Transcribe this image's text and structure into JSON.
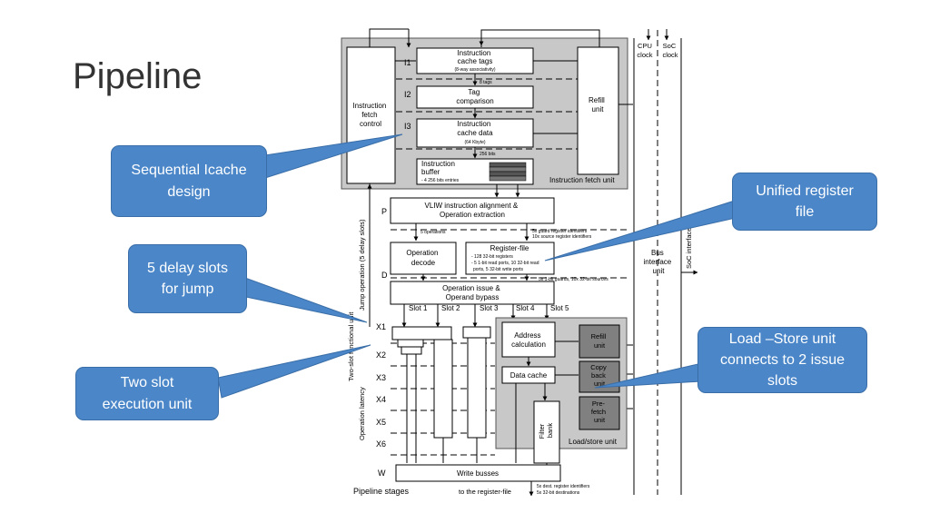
{
  "slide": {
    "title": "Pipeline"
  },
  "callouts": {
    "sequential": "Sequential Icache\ndesign",
    "delay": "5 delay slots\nfor jump",
    "two_slot": "Two slot\nexecution unit",
    "unified": "Unified register\nfile",
    "loadstore": "Load –Store unit\nconnects to 2 issue\nslots"
  },
  "diagram": {
    "clocks": {
      "cpu": [
        "CPU",
        "clock"
      ],
      "soc": [
        "SoC",
        "clock"
      ]
    },
    "fetch_unit_label": "Instruction fetch unit",
    "fetch_control": [
      "Instruction",
      "fetch",
      "control"
    ],
    "refill_unit": [
      "Refill",
      "unit"
    ],
    "stages": {
      "i1": "I1",
      "i2": "I2",
      "i3": "I3",
      "p": "P",
      "d": "D",
      "x1": "X1",
      "x2": "X2",
      "x3": "X3",
      "x4": "X4",
      "x5": "X5",
      "x6": "X6",
      "w": "W"
    },
    "cache_tags": {
      "lines": [
        "Instruction",
        "cache tags"
      ],
      "sub": "(8-way associativity)"
    },
    "tags_note": "8 tags",
    "tag_comparison": [
      "Tag",
      "comparison"
    ],
    "cache_data": {
      "lines": [
        "Instruction",
        "cache data"
      ],
      "sub": "(64 Kbyte)"
    },
    "bits_note": "256 bits",
    "instr_buffer": {
      "lines": [
        "Instruction",
        "buffer"
      ],
      "sub": "- 4 256 bits entries"
    },
    "vliw": [
      "VLIW instruction alignment &",
      "Operation extraction"
    ],
    "ops_note": "5 operations",
    "guard_note": "5x guard register identifiers",
    "source_note": "10x source register identifiers",
    "op_decode": [
      "Operation",
      "decode"
    ],
    "register_file": {
      "title": "Register-file",
      "lines": [
        "- 128 32-bit registers",
        "- 5 1-bit read ports, 10 32-bit read",
        "ports, 5 32-bit write ports"
      ]
    },
    "guards_sources_note": "5x 1-bit guards, 10x 32-bit sources",
    "op_issue": [
      "Operation issue &",
      "Operand bypass"
    ],
    "slots": [
      "Slot 1",
      "Slot 2",
      "Slot 3",
      "Slot 4",
      "Slot 5"
    ],
    "address_calc": [
      "Address",
      "calculation"
    ],
    "data_cache": "Data cache",
    "ls_refill": [
      "Refill",
      "unit"
    ],
    "copy_back": [
      "Copy",
      "back",
      "unit"
    ],
    "prefetch": [
      "Pre-",
      "fetch",
      "unit"
    ],
    "filter_bank": [
      "Filter",
      "bank"
    ],
    "ls_unit_label": "Load/store unit",
    "bus_interface": [
      "Bus",
      "interface",
      "unit"
    ],
    "soc_interface": "SoC interface",
    "jump_operation": "Jump operation (5 delay slots)",
    "two_slot_label": "Two-slot functional unit",
    "op_latency": "Operation latency",
    "write_busses": "Write busses",
    "pipeline_stages": "Pipeline stages",
    "to_regfile": "to the register-file",
    "dest_note": [
      "5x dest. register identifiers",
      "5x 32-bit destinations"
    ]
  }
}
